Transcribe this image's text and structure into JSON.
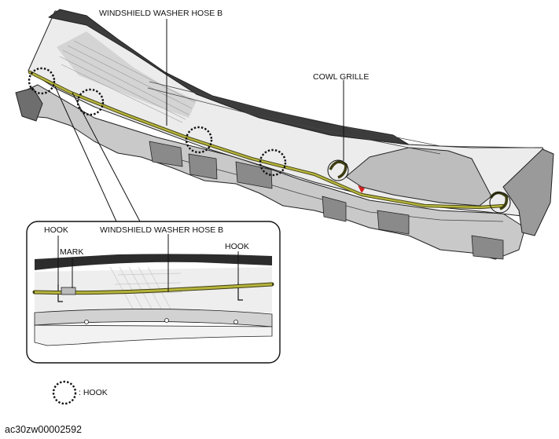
{
  "labels": {
    "hose_top": "WINDSHIELD WASHER HOSE B",
    "cowl_grille": "COWL GRILLE",
    "inset_hook_left": "HOOK",
    "inset_hose": "WINDSHIELD WASHER HOSE B",
    "inset_mark": "MARK",
    "inset_hook_right": "HOOK"
  },
  "legend": {
    "text": ": HOOK",
    "icon": "dotted-circle-icon"
  },
  "figure_id": "ac30zw00002592",
  "colors": {
    "hose": "#b6b43c",
    "hose_dark": "#4a4a18",
    "line": "#222222",
    "panel_light": "#e9e9e9",
    "panel_mid": "#cfcfcf",
    "panel_dark": "#555555",
    "mark_red": "#d42020"
  }
}
